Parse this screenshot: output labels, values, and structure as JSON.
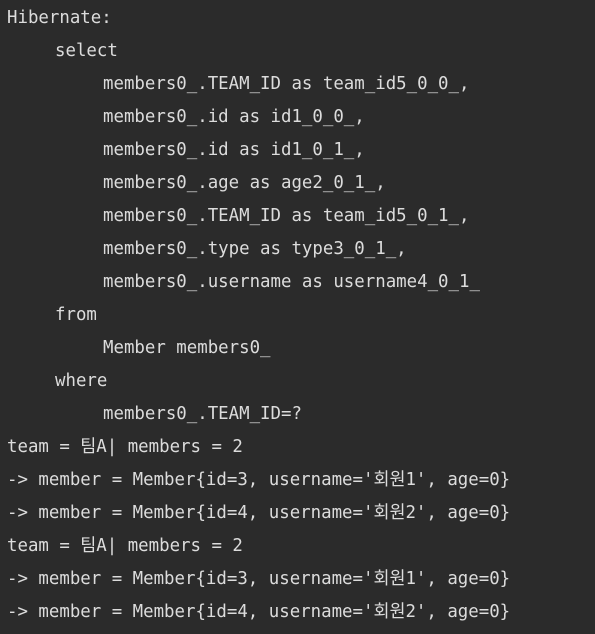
{
  "console": {
    "lines": [
      {
        "text": "Hibernate:",
        "indent": 0
      },
      {
        "text": "select",
        "indent": 1
      },
      {
        "text": "members0_.TEAM_ID as team_id5_0_0_,",
        "indent": 2
      },
      {
        "text": "members0_.id as id1_0_0_,",
        "indent": 2
      },
      {
        "text": "members0_.id as id1_0_1_,",
        "indent": 2
      },
      {
        "text": "members0_.age as age2_0_1_,",
        "indent": 2
      },
      {
        "text": "members0_.TEAM_ID as team_id5_0_1_,",
        "indent": 2
      },
      {
        "text": "members0_.type as type3_0_1_,",
        "indent": 2
      },
      {
        "text": "members0_.username as username4_0_1_",
        "indent": 2
      },
      {
        "text": "from",
        "indent": 1
      },
      {
        "text": "Member members0_",
        "indent": 2
      },
      {
        "text": "where",
        "indent": 1
      },
      {
        "text": "members0_.TEAM_ID=?",
        "indent": 2
      },
      {
        "text": "team = 팀A| members = 2",
        "indent": 0
      },
      {
        "text": "-> member = Member{id=3, username='회원1', age=0}",
        "indent": 0
      },
      {
        "text": "-> member = Member{id=4, username='회원2', age=0}",
        "indent": 0
      },
      {
        "text": "team = 팀A| members = 2",
        "indent": 0
      },
      {
        "text": "-> member = Member{id=3, username='회원1', age=0}",
        "indent": 0
      },
      {
        "text": "-> member = Member{id=4, username='회원2', age=0}",
        "indent": 0
      }
    ]
  },
  "colors": {
    "background": "#2b2b2b",
    "text": "#dcdcdc"
  }
}
